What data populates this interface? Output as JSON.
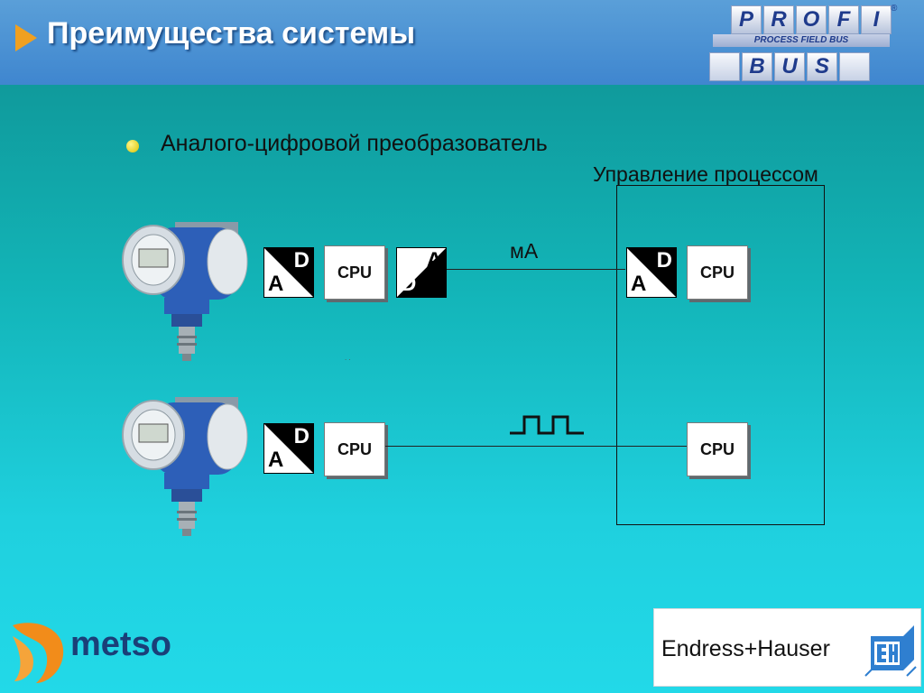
{
  "slide": {
    "title": "Преимущества системы",
    "bullet": "Аналого-цифровой преобразователь",
    "process_control_label": "Управление процессом",
    "signal_label": "мА",
    "small_dots": ". ."
  },
  "profibus_logo": {
    "top_letters": [
      "P",
      "R",
      "O",
      "F",
      "I"
    ],
    "band_text": "PROCESS FIELD BUS",
    "bottom_letters": [
      "B",
      "U",
      "S"
    ],
    "registered": "®"
  },
  "row1": {
    "field_converter": {
      "top": "D",
      "bottom": "A"
    },
    "field_cpu": "CPU",
    "output_converter": {
      "top": "A",
      "bottom": "D"
    },
    "host_converter": {
      "top": "D",
      "bottom": "A"
    },
    "host_cpu": "CPU"
  },
  "row2": {
    "field_converter": {
      "top": "D",
      "bottom": "A"
    },
    "field_cpu": "CPU",
    "host_cpu": "CPU"
  },
  "logos": {
    "metso": "metso",
    "endress_hauser": "Endress+Hauser"
  },
  "colors": {
    "header_blue": "#3f86cf",
    "title_arrow": "#f0a020",
    "bullet_yellow": "#e6d200",
    "metso_orange": "#f28c1a",
    "metso_blue": "#1a3f78",
    "eh_blue": "#2f7fd0",
    "device_blue": "#2d5fb8"
  }
}
